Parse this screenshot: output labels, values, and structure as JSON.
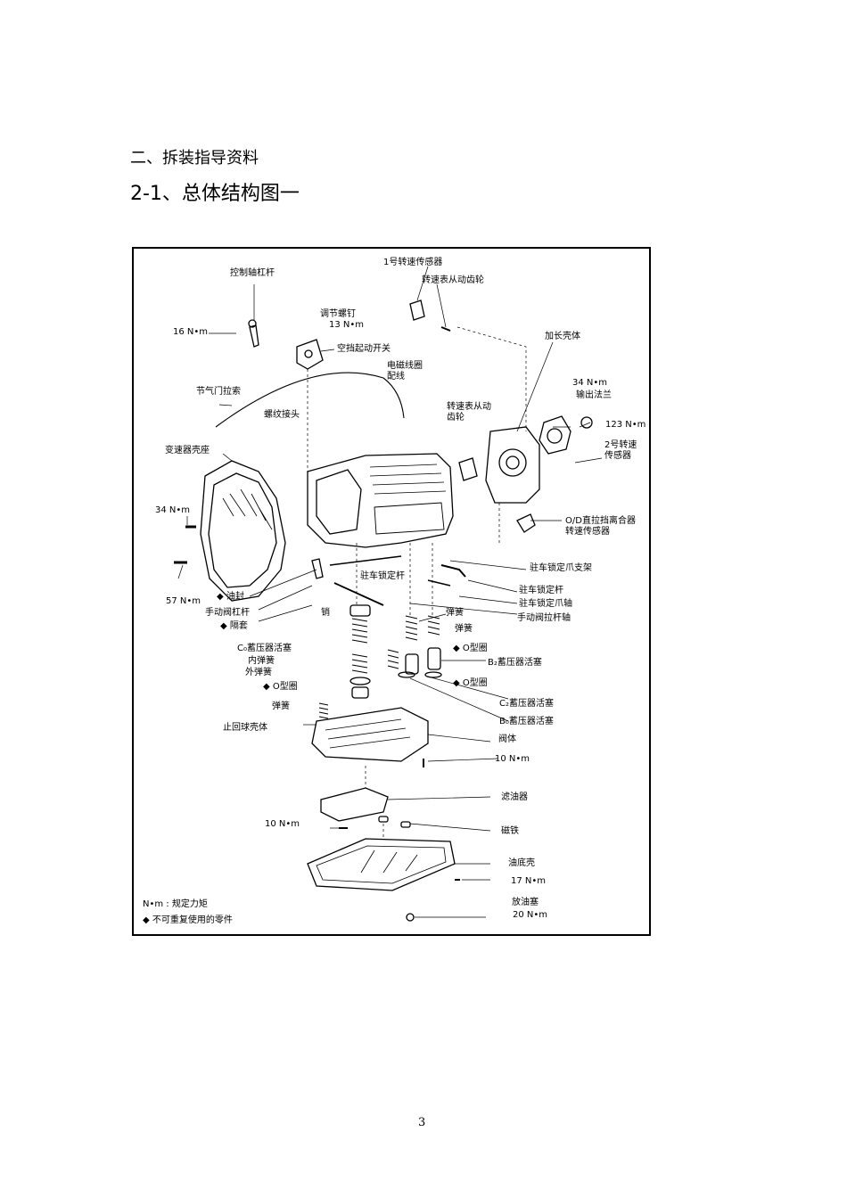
{
  "document": {
    "section_title": "二、拆装指导资料",
    "subsection_title": "2-1、总体结构图一",
    "page_number": "3"
  },
  "figure": {
    "labels": {
      "control_shaft_lever": "控制轴杠杆",
      "speed_sensor_1": "1号转速传感器",
      "speedometer_driven_gear": "转速表从动齿轮",
      "torque_16": "16 N•m",
      "adjusting_bolt": "调节螺钉",
      "torque_13": "13 N•m",
      "neutral_start_switch": "空挡起动开关",
      "extension_housing": "加长壳体",
      "solenoid_wiring": "电磁线圈\n配线",
      "throttle_cable": "节气门拉索",
      "torque_34_top": "34 N•m",
      "output_flange": "输出法兰",
      "speedometer_driven_gear_2": "转速表从动\n齿轮",
      "threaded_joint": "螺纹接头",
      "torque_123": "123 N•m",
      "speed_sensor_2": "2号转速\n传感器",
      "transmission_housing_base": "变速器壳座",
      "torque_34_left": "34 N•m",
      "od_clutch_speed_sensor": "O/D直拉挡离合器\n转速传感器",
      "parking_lock_pawl_bracket": "驻车锁定爪支架",
      "torque_57": "57 N•m",
      "parking_lock_rod_left": "驻车锁定杆",
      "parking_lock_rod": "驻车锁定杆",
      "oil_seal": "◆ 油封",
      "parking_lock_pawl_shaft": "驻车锁定爪轴",
      "manual_valve_lever": "手动阀杠杆",
      "pin": "销",
      "manual_valve_pull_shaft": "手动阀拉杆轴",
      "spacer": "◆ 隔套",
      "spring_top": "弹簧",
      "spring_2": "弹簧",
      "c0_accumulator_piston": "C₀蓄压器活塞",
      "o_ring_1": "◆ O型圈",
      "inner_spring": "内弹簧",
      "b2_accumulator_piston": "B₂蓄压器活塞",
      "outer_spring": "外弹簧",
      "o_ring_2": "◆ O型圈",
      "o_ring_3": "◆ O型圈",
      "spring_left": "弹簧",
      "c2_accumulator_piston": "C₂蓄压器活塞",
      "check_ball_body": "止回球壳体",
      "b0_accumulator_piston": "B₀蓄压器活塞",
      "valve_body": "阀体",
      "torque_10_right": "10 N•m",
      "oil_strainer": "滤油器",
      "torque_10_left": "10 N•m",
      "magnet": "磁铁",
      "oil_pan": "油底壳",
      "torque_17": "17 N•m",
      "drain_plug": "放油塞",
      "torque_20": "20 N•m"
    },
    "legend": {
      "torque_note": "N•m : 规定力矩",
      "non_reusable_note": "◆ 不可重复使用的零件"
    }
  }
}
